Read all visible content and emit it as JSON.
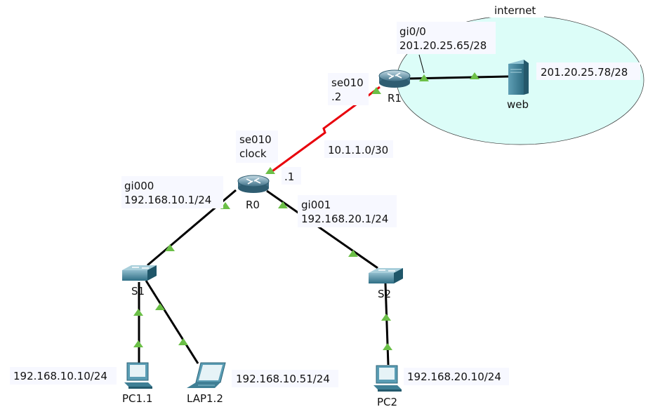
{
  "cloud": {
    "label": "internet"
  },
  "devices": {
    "R1": "R1",
    "R0": "R0",
    "web": "web",
    "S1": "S1",
    "S2": "S2",
    "PC1": "PC1.1",
    "LAP1": "LAP1.2",
    "PC2": "PC2"
  },
  "notes": {
    "r1_gi": [
      "gi0/0",
      "201.20.25.65/28"
    ],
    "web_ip": [
      "201.20.25.78/28"
    ],
    "r1_se": [
      "se010",
      ".2"
    ],
    "r0_se": [
      "se010",
      "clock"
    ],
    "serial_net": [
      "10.1.1.0/30"
    ],
    "r0_dot1": [
      ".1"
    ],
    "r0_gi0": [
      "gi000",
      "192.168.10.1/24"
    ],
    "r0_gi1": [
      "gi001",
      "192.168.20.1/24"
    ],
    "pc1_ip": [
      "192.168.10.10/24"
    ],
    "lap1_ip": [
      "192.168.10.51/24"
    ],
    "pc2_ip": [
      "192.168.20.10/24"
    ]
  },
  "colors": {
    "cloud_fill": "#dcfdf8",
    "serial_link": "#e8000b",
    "ethernet_link": "#000000",
    "link_status": "#6bbf47",
    "note_bg": "#f7f8ff"
  }
}
